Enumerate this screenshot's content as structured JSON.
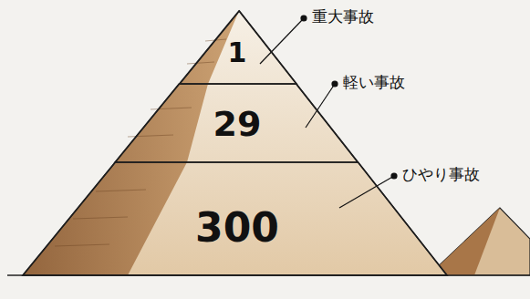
{
  "diagram": {
    "nodes": [
      {
        "text": [
          "1"
        ]
      },
      {
        "text": [
          "29"
        ]
      },
      {
        "text": [
          "300"
        ]
      }
    ],
    "labels": [
      "重大事故",
      "軽い事故",
      "ひやり事故"
    ]
  }
}
